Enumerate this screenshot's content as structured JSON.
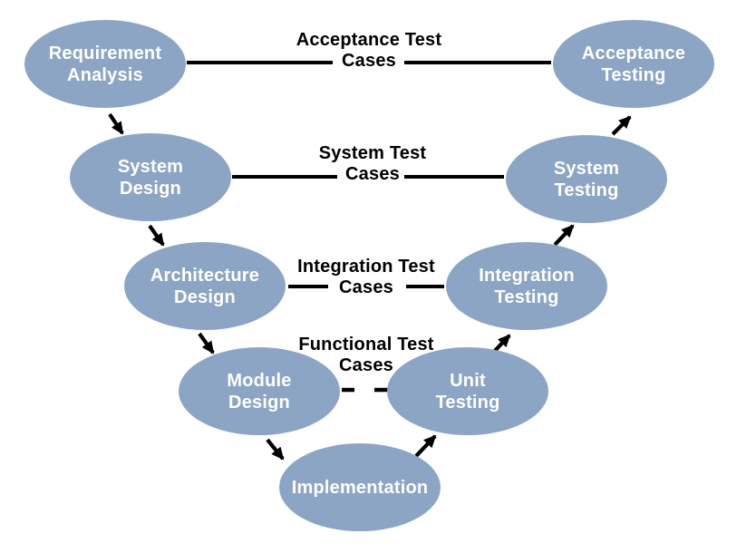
{
  "colors": {
    "background": "#FFFFFF",
    "node_fill": "#8CA5C5",
    "node_text": "#FFFFFF",
    "label_text": "#000000",
    "connector": "#000000"
  },
  "diagram": {
    "type": "v-model-lifecycle",
    "nodes": [
      {
        "id": "requirement-analysis",
        "label": "Requirement\nAnalysis"
      },
      {
        "id": "system-design",
        "label": "System\nDesign"
      },
      {
        "id": "architecture-design",
        "label": "Architecture\nDesign"
      },
      {
        "id": "module-design",
        "label": "Module\nDesign"
      },
      {
        "id": "implementation",
        "label": "Implementation"
      },
      {
        "id": "unit-testing",
        "label": "Unit\nTesting"
      },
      {
        "id": "integration-testing",
        "label": "Integration\nTesting"
      },
      {
        "id": "system-testing",
        "label": "System\nTesting"
      },
      {
        "id": "acceptance-testing",
        "label": "Acceptance\nTesting"
      }
    ],
    "edge_labels": [
      {
        "id": "acceptance-test-cases",
        "label": "Acceptance Test\nCases",
        "connects": [
          "requirement-analysis",
          "acceptance-testing"
        ]
      },
      {
        "id": "system-test-cases",
        "label": "System Test\nCases",
        "connects": [
          "system-design",
          "system-testing"
        ]
      },
      {
        "id": "integration-test-cases",
        "label": "Integration Test\nCases",
        "connects": [
          "architecture-design",
          "integration-testing"
        ]
      },
      {
        "id": "functional-test-cases",
        "label": "Functional Test\nCases",
        "connects": [
          "module-design",
          "unit-testing"
        ]
      }
    ],
    "arrows": [
      {
        "from": "requirement-analysis",
        "to": "system-design"
      },
      {
        "from": "system-design",
        "to": "architecture-design"
      },
      {
        "from": "architecture-design",
        "to": "module-design"
      },
      {
        "from": "module-design",
        "to": "implementation"
      },
      {
        "from": "implementation",
        "to": "unit-testing"
      },
      {
        "from": "unit-testing",
        "to": "integration-testing"
      },
      {
        "from": "integration-testing",
        "to": "system-testing"
      },
      {
        "from": "system-testing",
        "to": "acceptance-testing"
      }
    ]
  }
}
